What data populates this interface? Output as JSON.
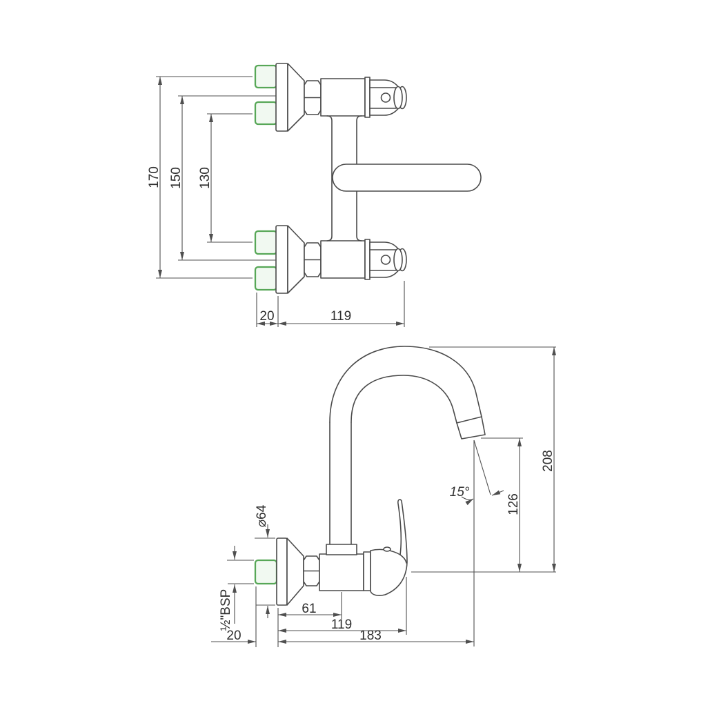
{
  "drawing": {
    "type": "technical-dimension-drawing",
    "subject": "wall-mounted sink mixer with swinging swan-neck spout, two orthographic views",
    "top_view": {
      "dim_overall_centers": "170",
      "dim_flange_centers": "150",
      "dim_inner_centers": "130",
      "dim_wall_gap": "20",
      "dim_body_length": "119"
    },
    "side_view": {
      "dim_overall_height": "208",
      "dim_spout_drop": "126",
      "dim_spout_angle": "15°",
      "dim_flange_diameter": "⌀64",
      "dim_thread": "½\"BSP",
      "dim_wall_gap": "20",
      "dim_spout_axis": "61",
      "dim_body_length": "119",
      "dim_spout_reach": "183"
    },
    "colors": {
      "line": "#4a4a4a",
      "dimline": "#4f4f4f",
      "inlet_stroke": "#57a757",
      "inlet_fill": "#f1f9f1",
      "background": "#ffffff"
    }
  }
}
